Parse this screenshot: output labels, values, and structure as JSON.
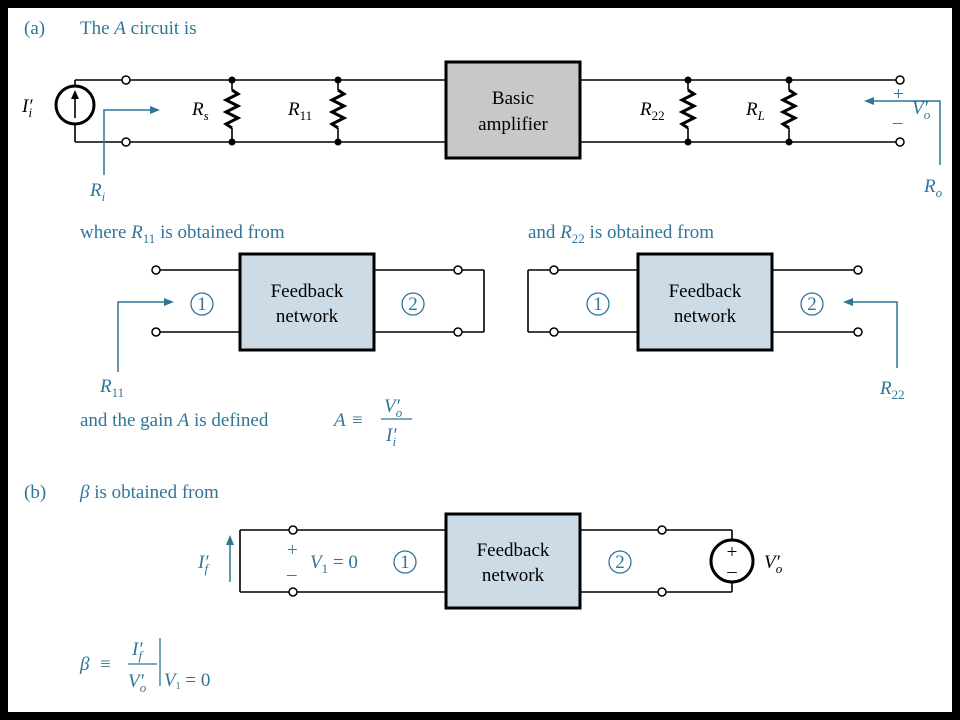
{
  "part_a": {
    "label": "(a)",
    "title_pre": "The ",
    "title_var": "A",
    "title_post": " circuit is",
    "amp_box": {
      "line1": "Basic",
      "line2": "amplifier"
    },
    "components": {
      "source_I": "I",
      "source_sup": "′",
      "source_sub": "i",
      "Rs": "R",
      "Rs_sub": "s",
      "R11": "R",
      "R11_sub": "11",
      "R22": "R",
      "R22_sub": "22",
      "RL": "R",
      "RL_sub": "L",
      "Ri": "R",
      "Ri_sub": "i",
      "Ro": "R",
      "Ro_sub": "o",
      "Vo": "V",
      "Vo_sup": "′",
      "Vo_sub": "o",
      "plus": "+",
      "minus": "–"
    },
    "where_R11": {
      "pre": "where ",
      "var": "R",
      "sub": "11",
      "post": " is obtained from"
    },
    "and_R22": {
      "pre": "and ",
      "var": "R",
      "sub": "22",
      "post": " is obtained from"
    },
    "fb_left": {
      "line1": "Feedback",
      "line2": "network",
      "port1": "1",
      "port2": "2",
      "rlabel": "R",
      "rsub": "11"
    },
    "fb_right": {
      "line1": "Feedback",
      "line2": "network",
      "port1": "1",
      "port2": "2",
      "rlabel": "R",
      "rsub": "22"
    },
    "gain_text": {
      "pre": "and the gain ",
      "var": "A",
      "post": " is defined",
      "eq_lhs": "A",
      "eq_sym": "≡",
      "num": "V",
      "num_sup": "′",
      "num_sub": "o",
      "den": "I",
      "den_sup": "′",
      "den_sub": "i"
    }
  },
  "part_b": {
    "label": "(b)",
    "title_var": "β",
    "title_post": " is obtained from",
    "fb_box": {
      "line1": "Feedback",
      "line2": "network",
      "port1": "1",
      "port2": "2"
    },
    "If": "I",
    "If_sup": "′",
    "If_sub": "f",
    "V1_eq": {
      "var": "V",
      "sub": "1",
      "rest": " = 0"
    },
    "plus": "+",
    "minus": "–",
    "src_plus": "+",
    "src_minus": "–",
    "Vo": "V",
    "Vo_sup": "′",
    "Vo_sub": "o",
    "beta_eq": {
      "lhs": "β",
      "sym": "≡",
      "num": "I",
      "num_sup": "′",
      "num_sub": "f",
      "den": "V",
      "den_sup": "′",
      "den_sub": "o",
      "cond_var": "V",
      "cond_sub": "1",
      "cond_rest": " = 0"
    }
  },
  "colors": {
    "accent": "#2f7597",
    "box_gray": "#c8c8c8",
    "box_blue": "#cddbe6"
  }
}
